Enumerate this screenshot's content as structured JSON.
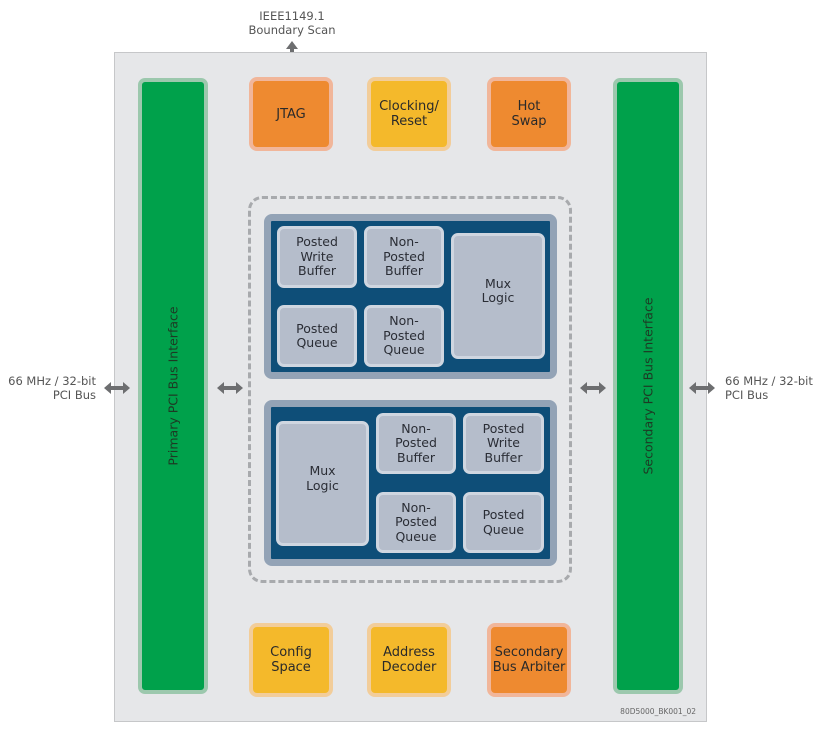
{
  "external": {
    "top_label_line1": "IEEE1149.1",
    "top_label_line2": "Boundary Scan",
    "left_label_line1": "66 MHz / 32-bit",
    "left_label_line2": "PCI Bus",
    "right_label_line1": "66 MHz / 32-bit",
    "right_label_line2": "PCI Bus"
  },
  "buses": {
    "primary": "Primary PCI Bus Interface",
    "secondary": "Secondary PCI Bus Interface"
  },
  "top_blocks": [
    {
      "lines": [
        "JTAG"
      ],
      "color": "orange"
    },
    {
      "lines": [
        "Clocking/",
        "Reset"
      ],
      "color": "yellow"
    },
    {
      "lines": [
        "Hot",
        "Swap"
      ],
      "color": "orange"
    }
  ],
  "bottom_blocks": [
    {
      "lines": [
        "Config",
        "Space"
      ],
      "color": "yellow"
    },
    {
      "lines": [
        "Address",
        "Decoder"
      ],
      "color": "yellow"
    },
    {
      "lines": [
        "Secondary",
        "Bus Arbiter"
      ],
      "color": "orange"
    }
  ],
  "upper_datapath": {
    "posted_write_buffer": [
      "Posted",
      "Write",
      "Buffer"
    ],
    "non_posted_buffer": [
      "Non-",
      "Posted",
      "Buffer"
    ],
    "posted_queue": [
      "Posted",
      "Queue"
    ],
    "non_posted_queue": [
      "Non-",
      "Posted",
      "Queue"
    ],
    "mux_logic": [
      "Mux",
      "Logic"
    ]
  },
  "lower_datapath": {
    "mux_logic": [
      "Mux",
      "Logic"
    ],
    "non_posted_buffer": [
      "Non-",
      "Posted",
      "Buffer"
    ],
    "posted_write_buffer": [
      "Posted",
      "Write",
      "Buffer"
    ],
    "non_posted_queue": [
      "Non-",
      "Posted",
      "Queue"
    ],
    "posted_queue": [
      "Posted",
      "Queue"
    ]
  },
  "colors": {
    "orange": "#ee8a30",
    "yellow": "#f4b92b",
    "green": "#00a14b",
    "navy": "#0e4e78",
    "cell": "#b5bdcb"
  },
  "reference_id": "80D5000_BK001_02"
}
